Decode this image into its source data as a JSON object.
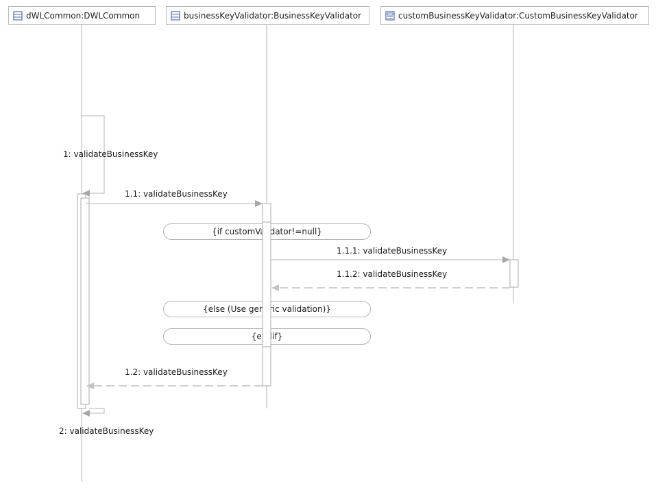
{
  "lifelines": [
    {
      "label": "dWLCommon:DWLCommon",
      "icon": "class-icon"
    },
    {
      "label": "businessKeyValidator:BusinessKeyValidator",
      "icon": "class-icon"
    },
    {
      "label": "customBusinessKeyValidator:CustomBusinessKeyValidator",
      "icon": "component-icon"
    }
  ],
  "messages": {
    "m1": "1: validateBusinessKey",
    "m11": "1.1: validateBusinessKey",
    "m111": "1.1.1: validateBusinessKey",
    "m112": "1.1.2: validateBusinessKey",
    "m12": "1.2: validateBusinessKey",
    "m2": "2: validateBusinessKey"
  },
  "fragments": {
    "if": "{if customValidator!=null}",
    "else": "{else (Use generic validation)}",
    "endif": "{endif}"
  },
  "colors": {
    "line": "#b3b3b3",
    "arrow": "#a8a8a8",
    "header_border": "#b9b9b9",
    "icon_blue": "#4a6fb3"
  }
}
